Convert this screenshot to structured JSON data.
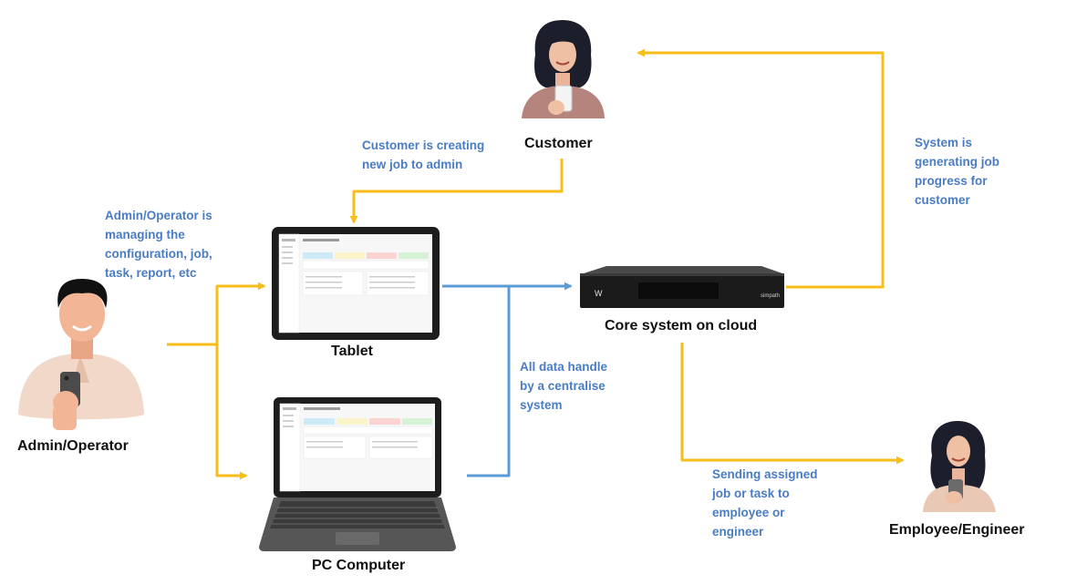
{
  "colors": {
    "arrow_yellow": "#f7bd18",
    "arrow_blue": "#5b9bd5",
    "note_blue": "#4a7cc4",
    "label": "#111111"
  },
  "icons": {
    "customer": "woman-with-phone-icon",
    "admin": "man-with-phone-icon",
    "employee": "woman-with-phone-icon",
    "tablet": "tablet-icon",
    "laptop": "laptop-icon",
    "server": "server-icon"
  },
  "labels": {
    "customer": "Customer",
    "admin": "Admin/Operator",
    "tablet": "Tablet",
    "pc": "PC Computer",
    "core": "Core system on cloud",
    "employee": "Employee/Engineer"
  },
  "notes": {
    "customer_creating": "Customer is creating\nnew job to admin",
    "admin_managing": "Admin/Operator is\nmanaging the\nconfiguration, job,\ntask, report, etc",
    "system_generating": "System is\ngenerating job\nprogress for\ncustomer",
    "all_data": "All data handle\nby a centralise\nsystem",
    "sending": "Sending assigned\njob or task to\nemployee or\nengineer"
  },
  "server_brand": "simpath"
}
